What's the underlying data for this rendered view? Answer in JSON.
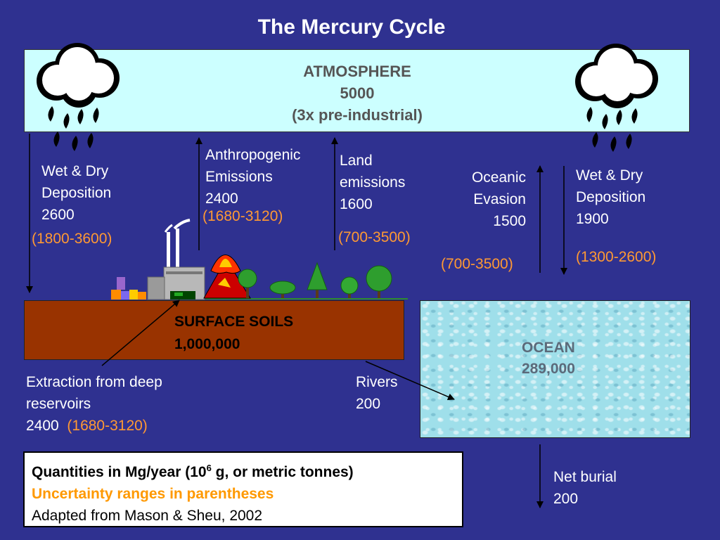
{
  "title": "The Mercury Cycle",
  "atmosphere": {
    "name": "ATMOSPHERE",
    "value": "5000",
    "note": "(3x pre-industrial)"
  },
  "soils": {
    "name": "SURFACE SOILS",
    "value": "1,000,000"
  },
  "ocean": {
    "name": "OCEAN",
    "value": "289,000"
  },
  "flows": {
    "wet_dry_land": {
      "l1": "Wet & Dry",
      "l2": "Deposition",
      "value": "2600",
      "range": "(1800-3600)"
    },
    "anthropogenic": {
      "l1": "Anthropogenic",
      "l2": "Emissions",
      "value": "2400",
      "range": "(1680-3120)"
    },
    "land_emissions": {
      "l1": "Land",
      "l2": "emissions",
      "value": "1600",
      "range": "(700-3500)"
    },
    "oceanic_evasion": {
      "l1": "Oceanic",
      "l2": "Evasion",
      "value": "1500",
      "range": "(700-3500)"
    },
    "wet_dry_ocean": {
      "l1": "Wet & Dry",
      "l2": "Deposition",
      "value": "1900",
      "range": "(1300-2600)"
    },
    "extraction": {
      "l1": "Extraction from deep",
      "l2": "reservoirs",
      "value": "2400",
      "range": "(1680-3120)"
    },
    "rivers": {
      "l1": "Rivers",
      "value": "200"
    },
    "net_burial": {
      "l1": "Net burial",
      "value": "200"
    }
  },
  "legend": {
    "line1_prefix": "Quantities in Mg/year (10",
    "line1_sup": "6",
    "line1_suffix": " g, or metric tonnes)",
    "line2": "Uncertainty ranges in parentheses",
    "line3": "Adapted from Mason & Sheu, 2002"
  },
  "colors": {
    "background": "#2f3190",
    "atmosphere": "#ccffff",
    "soil": "#993300",
    "ocean": "#9fdfea",
    "range_text": "#ff9933"
  }
}
